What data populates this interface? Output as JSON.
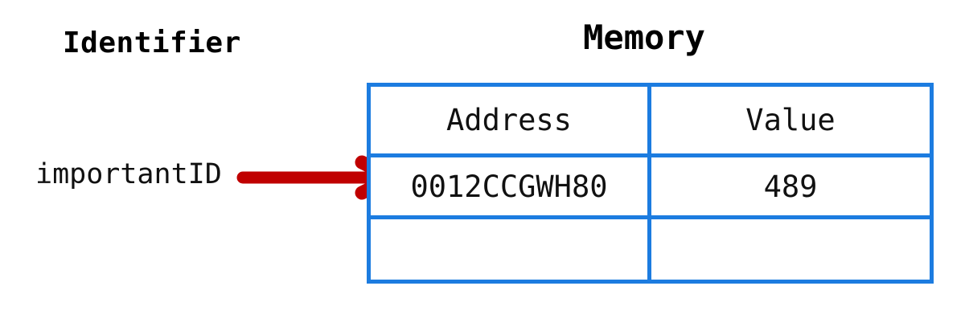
{
  "diagram": {
    "left_heading": "Identifier",
    "right_heading": "Memory",
    "variable_name": "importantID",
    "arrow": {
      "icon": "right-arrow-icon",
      "color": "#C00000",
      "from": "importantID",
      "to": "0012CCGWH80"
    },
    "colors": {
      "table_border": "#1C7CE0",
      "arrow_red": "#C00000",
      "text": "#111111",
      "background": "#FFFFFF"
    }
  },
  "memory_table": {
    "headers": [
      "Address",
      "Value"
    ],
    "rows": [
      {
        "address": "0012CCGWH80",
        "value": "489"
      },
      {
        "address": "",
        "value": ""
      }
    ]
  }
}
